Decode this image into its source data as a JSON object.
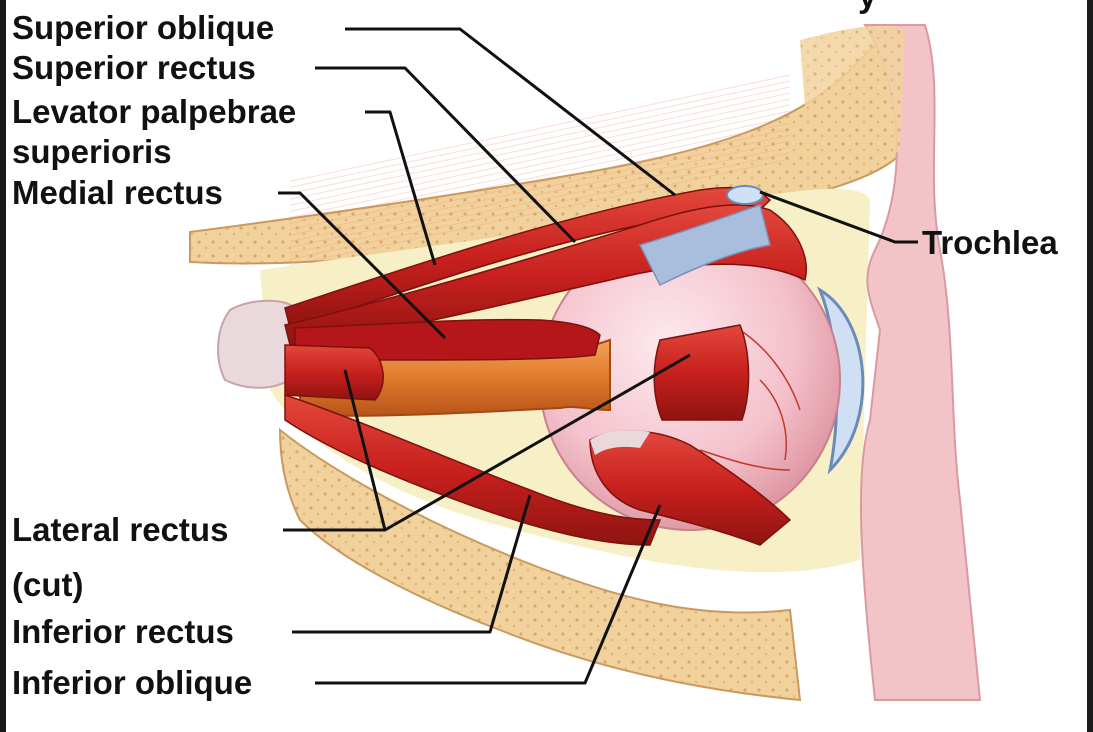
{
  "title_fragment": "y",
  "labels": {
    "superior_oblique": "Superior oblique",
    "superior_rectus": "Superior rectus",
    "levator_line1": "Levator palpebrae",
    "levator_line2": "superioris",
    "medial_rectus": "Medial rectus",
    "trochlea": "Trochlea",
    "lateral_rectus": "Lateral rectus",
    "cut": "(cut)",
    "inferior_rectus": "Inferior rectus",
    "inferior_oblique": "Inferior oblique"
  },
  "colors": {
    "muscle": "#c8201e",
    "muscle_dark": "#8f1410",
    "bone": "#f1d29c",
    "fat": "#f7f0c6",
    "eyeball": "#f4c2cc",
    "optic_nerve": "#e07a2c",
    "skin": "#f2c4c8",
    "tendon": "#a9bddd"
  }
}
